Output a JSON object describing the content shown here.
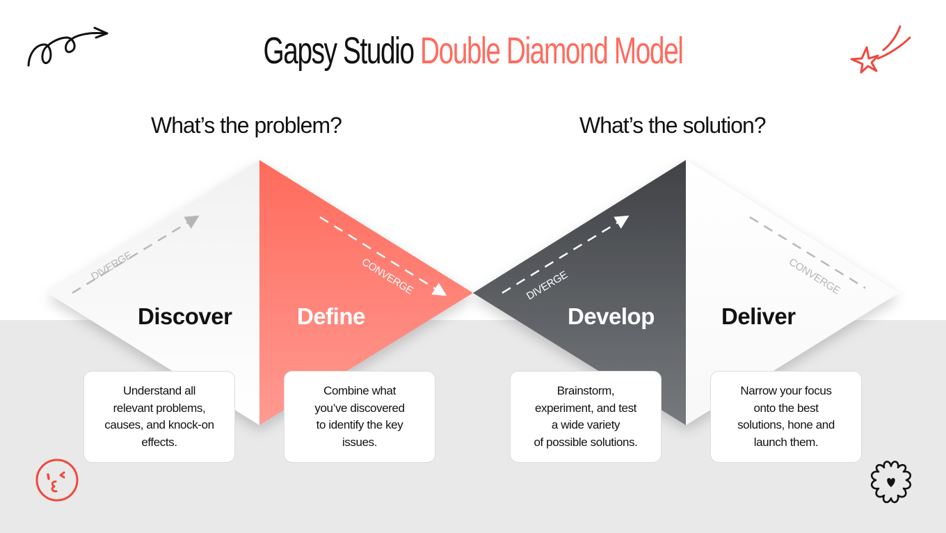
{
  "title": {
    "part1": "Gapsy Studio",
    "part2": "Double Diamond Model",
    "accent_color": "#ff6b5e"
  },
  "questions": {
    "problem": "What’s the problem?",
    "solution": "What’s the solution?"
  },
  "stages": [
    {
      "name": "Discover",
      "direction": "DIVERGE",
      "color": "#f4f4f4",
      "text_color": "#111111",
      "description": [
        "Understand all",
        "relevant problems,",
        "causes, and knock-on",
        "effects."
      ]
    },
    {
      "name": "Define",
      "direction": "CONVERGE",
      "color": "#ff6b5e",
      "text_color": "#ffffff",
      "description": [
        "Combine what",
        "you’ve discovered",
        "to identify the key",
        "issues."
      ]
    },
    {
      "name": "Develop",
      "direction": "DIVERGE",
      "color": "#4a4c50",
      "text_color": "#ffffff",
      "description": [
        "Brainstorm,",
        "experiment, and test",
        "a wide variety",
        "of possible solutions."
      ]
    },
    {
      "name": "Deliver",
      "direction": "CONVERGE",
      "color": "#f7f7f7",
      "text_color": "#111111",
      "description": [
        "Narrow your focus",
        "onto the best",
        "solutions, hone and",
        "launch them."
      ]
    }
  ],
  "decorations": {
    "top_left": "spiral-arrow-icon",
    "top_right": "shooting-star-icon",
    "bottom_left": "kissing-face-icon",
    "bottom_right": "flower-heart-icon"
  }
}
